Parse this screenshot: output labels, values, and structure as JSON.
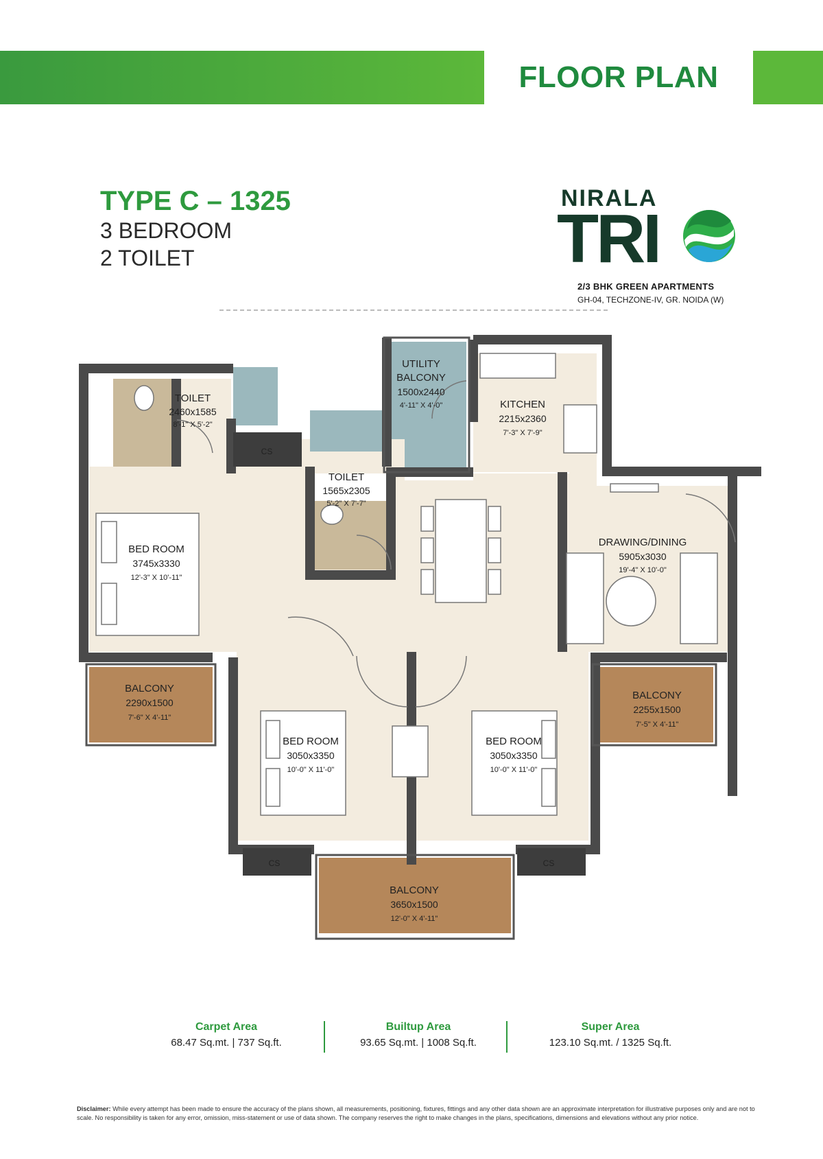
{
  "header": {
    "title": "FLOOR PLAN"
  },
  "unit": {
    "type": "TYPE C – 1325",
    "bedrooms": "3 BEDROOM",
    "toilets": "2 TOILET"
  },
  "brand": {
    "top": "NIRALA",
    "main": "TRI",
    "tagline": "2/3 BHK GREEN APARTMENTS",
    "address": "GH-04, TECHZONE-IV, GR. NOIDA (W)"
  },
  "rooms": {
    "toilet1": {
      "name": "TOILET",
      "mm": "2460x1585",
      "ft": "8'-1\" X 5'-2\""
    },
    "utility": {
      "name1": "UTILITY",
      "name2": "BALCONY",
      "mm": "1500x2440",
      "ft": "4'-11\" X 4'-0\""
    },
    "kitchen": {
      "name": "KITCHEN",
      "mm": "2215x2360",
      "ft": "7'-3\" X 7'-9\""
    },
    "toilet2": {
      "name": "TOILET",
      "mm": "1565x2305",
      "ft": "5'-2\" X 7'-7\""
    },
    "bedroom1": {
      "name": "BED ROOM",
      "mm": "3745x3330",
      "ft": "12'-3\" X 10'-11\""
    },
    "drawing": {
      "name": "DRAWING/DINING",
      "mm": "5905x3030",
      "ft": "19'-4\" X 10'-0\""
    },
    "balcony1": {
      "name": "BALCONY",
      "mm": "2290x1500",
      "ft": "7'-6\" X 4'-11\""
    },
    "balcony2": {
      "name": "BALCONY",
      "mm": "2255x1500",
      "ft": "7'-5\" X 4'-11\""
    },
    "bedroom2": {
      "name": "BED ROOM",
      "mm": "3050x3350",
      "ft": "10'-0\" X 11'-0\""
    },
    "bedroom3": {
      "name": "BED ROOM",
      "mm": "3050x3350",
      "ft": "10'-0\" X 11'-0\""
    },
    "balcony3": {
      "name": "BALCONY",
      "mm": "3650x1500",
      "ft": "12'-0\" X 4'-11\""
    },
    "cs": "CS"
  },
  "areas": {
    "carpet": {
      "label": "Carpet Area",
      "value": "68.47 Sq.mt.  |  737 Sq.ft."
    },
    "builtup": {
      "label": "Builtup Area",
      "value": "93.65 Sq.mt.  |  1008 Sq.ft."
    },
    "super": {
      "label": "Super Area",
      "value": "123.10 Sq.mt. / 1325 Sq.ft."
    }
  },
  "disclaimer": {
    "label": "Disclaimer:",
    "text": "While every attempt has been made to ensure the accuracy of the plans shown, all measurements, positioning, fixtures, fittings and any other data shown are an approximate interpretation for illustrative purposes only and are not to scale. No responsibility is taken for any error, omission, miss-statement or use of data shown. The company reserves the right to make changes in the plans, specifications, dimensions and elevations without any prior notice."
  },
  "colors": {
    "green": "#2e9a3e",
    "dark_green": "#163a2a",
    "wall": "#4a4a4a",
    "floor": "#f3ecdf",
    "toilet": "#c9b99a",
    "utility": "#9bb8bd",
    "balcony": "#b5875a"
  }
}
